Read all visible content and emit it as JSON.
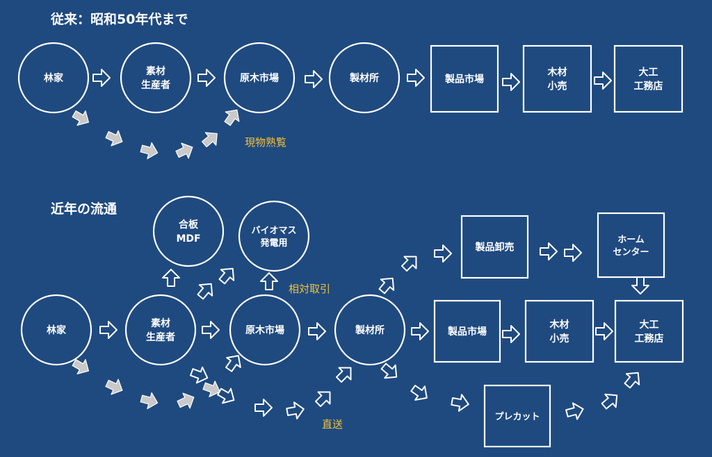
{
  "sections": {
    "traditional": "従来：昭和50年代まで",
    "recent": "近年の流通"
  },
  "traditional_flow": {
    "forest_owner": [
      "林家"
    ],
    "producer": [
      "素材",
      "生産者"
    ],
    "log_market": [
      "原木市場"
    ],
    "sawmill": [
      "製材所"
    ],
    "product_market": [
      "製品市場"
    ],
    "lumber_retailer": [
      "木材",
      "小売"
    ],
    "builder": [
      "大工",
      "工務店"
    ],
    "note_inspection": "現物熟覧"
  },
  "recent_flow": {
    "plywood": [
      "合板",
      "MDF"
    ],
    "biomass": [
      "バイオマス",
      "発電用"
    ],
    "forest_owner": [
      "林家"
    ],
    "producer": [
      "素材",
      "生産者"
    ],
    "log_market": [
      "原木市場"
    ],
    "sawmill": [
      "製材所"
    ],
    "product_wholesale": [
      "製品卸売"
    ],
    "home_center": [
      "ホーム",
      "センター"
    ],
    "product_market": [
      "製品市場"
    ],
    "lumber_retailer": [
      "木材",
      "小売"
    ],
    "builder": [
      "大工",
      "工務店"
    ],
    "precut": [
      "プレカット"
    ],
    "note_negotiated": "相対取引",
    "note_direct": "直送"
  },
  "colors": {
    "background": "#1f4a7f",
    "line": "#ffffff",
    "note_text": "#f3c13a",
    "solid_arrow": "#c9c9c9"
  }
}
